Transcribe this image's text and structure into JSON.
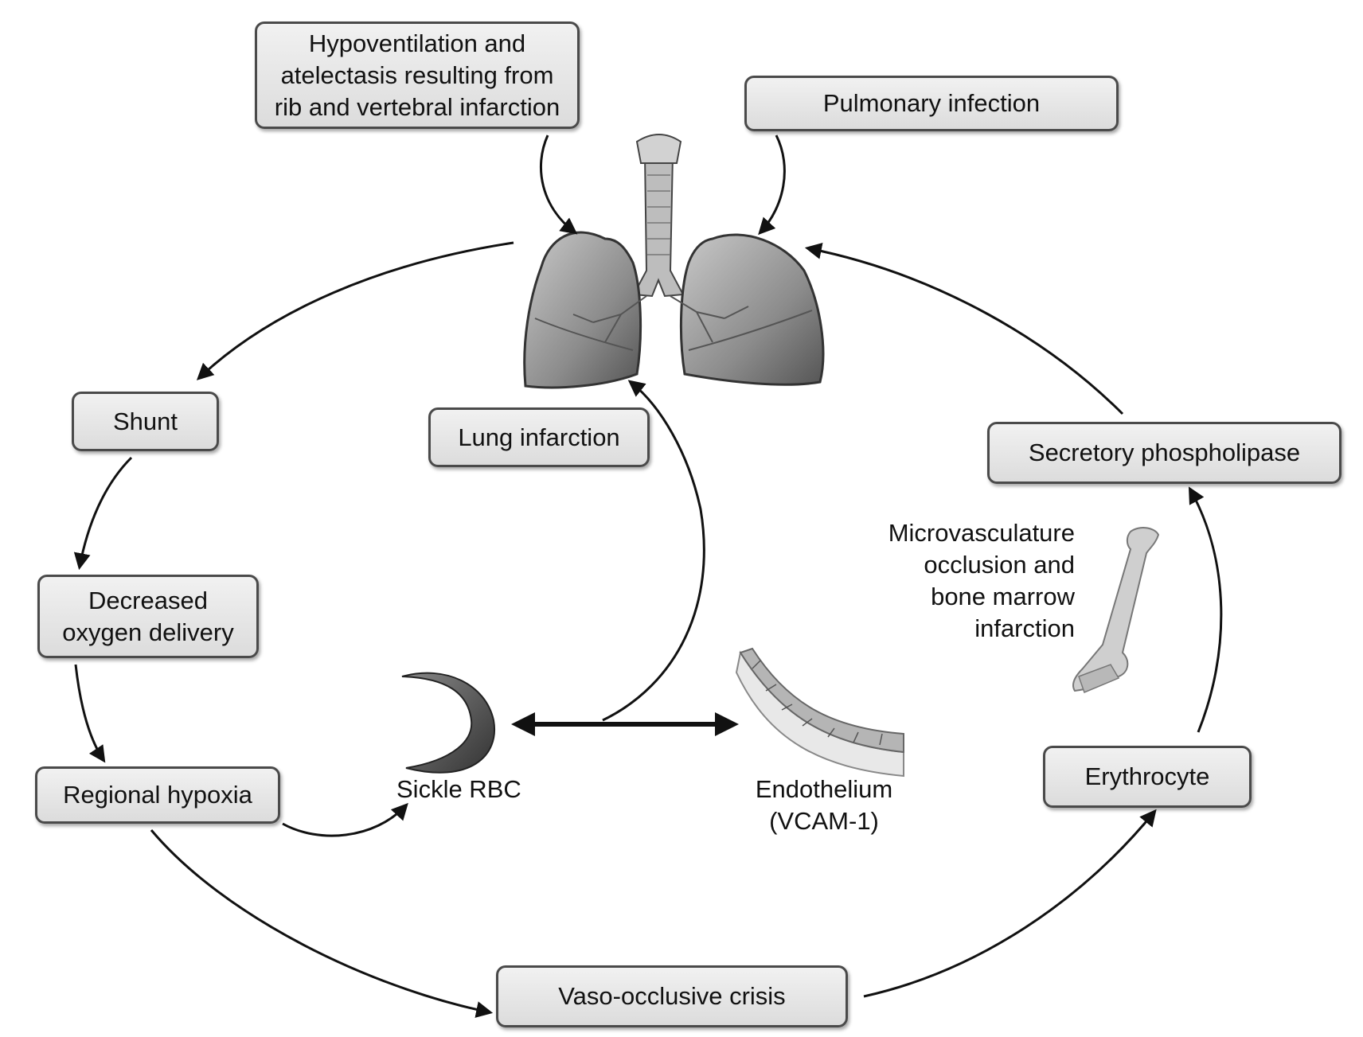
{
  "nodes": {
    "hypoventilation": [
      "Hypoventilation and",
      "atelectasis resulting from",
      "rib and vertebral infarction"
    ],
    "pulmonary_infection": "Pulmonary infection",
    "shunt": "Shunt",
    "lung_infarction": "Lung infarction",
    "secretory_phospholipase": "Secretory phospholipase",
    "decreased_oxygen": [
      "Decreased",
      "oxygen delivery"
    ],
    "regional_hypoxia": "Regional hypoxia",
    "erythrocyte": "Erythrocyte",
    "vaso_occlusive": "Vaso-occlusive crisis"
  },
  "labels": {
    "microvasculature": [
      "Microvasculature",
      "occlusion and",
      "bone marrow",
      "infarction"
    ],
    "sickle_rbc": "Sickle RBC",
    "endothelium": [
      "Endothelium",
      "(VCAM-1)"
    ]
  }
}
